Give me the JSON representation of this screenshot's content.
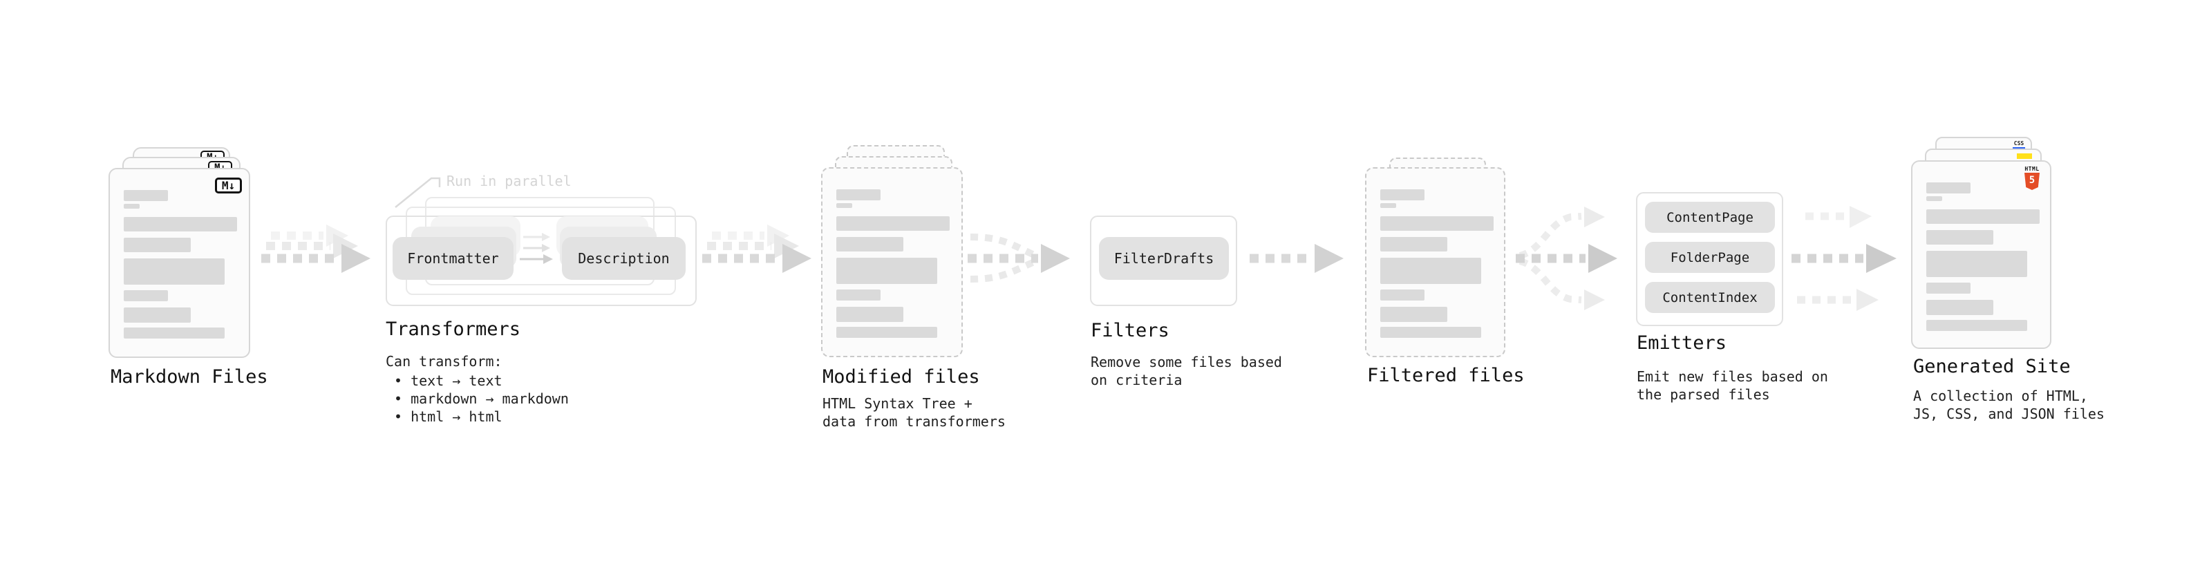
{
  "stages": {
    "markdown": {
      "title": "Markdown Files"
    },
    "transformers": {
      "title": "Transformers",
      "note": "Run in parallel",
      "pills": [
        "Frontmatter",
        "Description"
      ],
      "desc_heading": "Can transform:",
      "bullets": [
        "• text → text",
        "• markdown → markdown",
        "• html → html"
      ]
    },
    "modified": {
      "title": "Modified files",
      "desc": [
        "HTML Syntax Tree +",
        "data from transformers"
      ]
    },
    "filters": {
      "title": "Filters",
      "pills": [
        "FilterDrafts"
      ],
      "desc": [
        "Remove some files based",
        "on criteria"
      ]
    },
    "filtered": {
      "title": "Filtered files"
    },
    "emitters": {
      "title": "Emitters",
      "pills": [
        "ContentPage",
        "FolderPage",
        "ContentIndex"
      ],
      "desc": [
        "Emit new files based on",
        "the parsed files"
      ]
    },
    "generated": {
      "title": "Generated Site",
      "desc": [
        "A collection of HTML,",
        "JS, CSS, and JSON files"
      ]
    }
  },
  "icons": {
    "markdown_badge": "M↓",
    "html5_label": "HTML",
    "html5_number": "5",
    "css_label": "CSS"
  },
  "colors": {
    "html5_orange": "#e44d26",
    "js_yellow": "#ffe01a",
    "css_blue": "#2b63f6",
    "arrow_gray": "#d9d9d9",
    "placeholder_bar_gray": "#dadada"
  }
}
